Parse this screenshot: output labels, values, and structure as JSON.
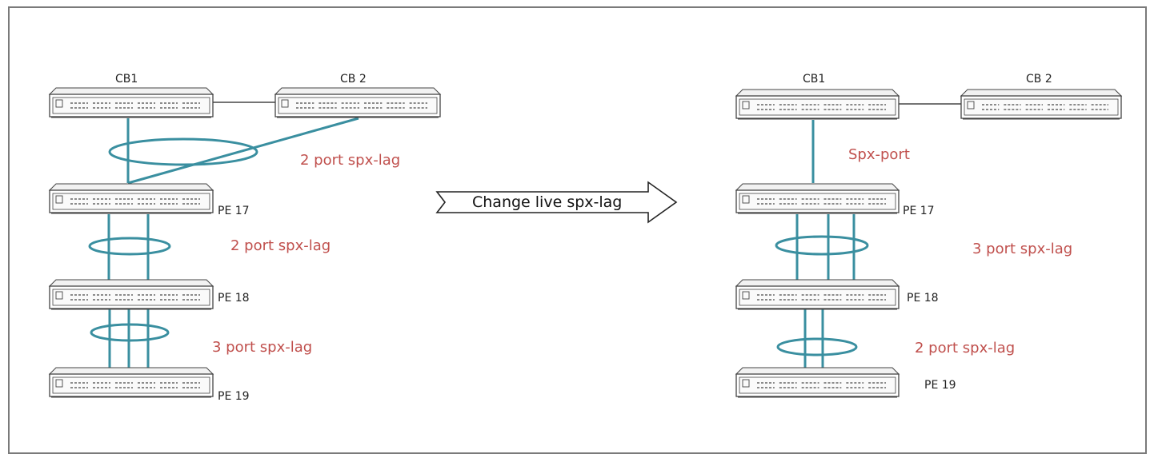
{
  "colors": {
    "link": "#3a8fa0",
    "label_red": "#c0504d",
    "switch_outline": "#444444"
  },
  "left": {
    "switches": {
      "cb1": "CB1",
      "cb2": "CB 2",
      "pe17": "PE 17",
      "pe18": "PE 18",
      "pe19": "PE 19"
    },
    "lag_cb_pe17": "2 port spx-lag",
    "lag_pe17_pe18": "2 port spx-lag",
    "lag_pe18_pe19": "3 port spx-lag"
  },
  "arrow": {
    "label": "Change live spx-lag"
  },
  "right": {
    "switches": {
      "cb1": "CB1",
      "cb2": "CB 2",
      "pe17": "PE 17",
      "pe18": "PE 18",
      "pe19": "PE 19"
    },
    "link_cb1_pe17": "Spx-port",
    "lag_pe17_pe18": "3 port spx-lag",
    "lag_pe18_pe19": "2 port spx-lag"
  }
}
